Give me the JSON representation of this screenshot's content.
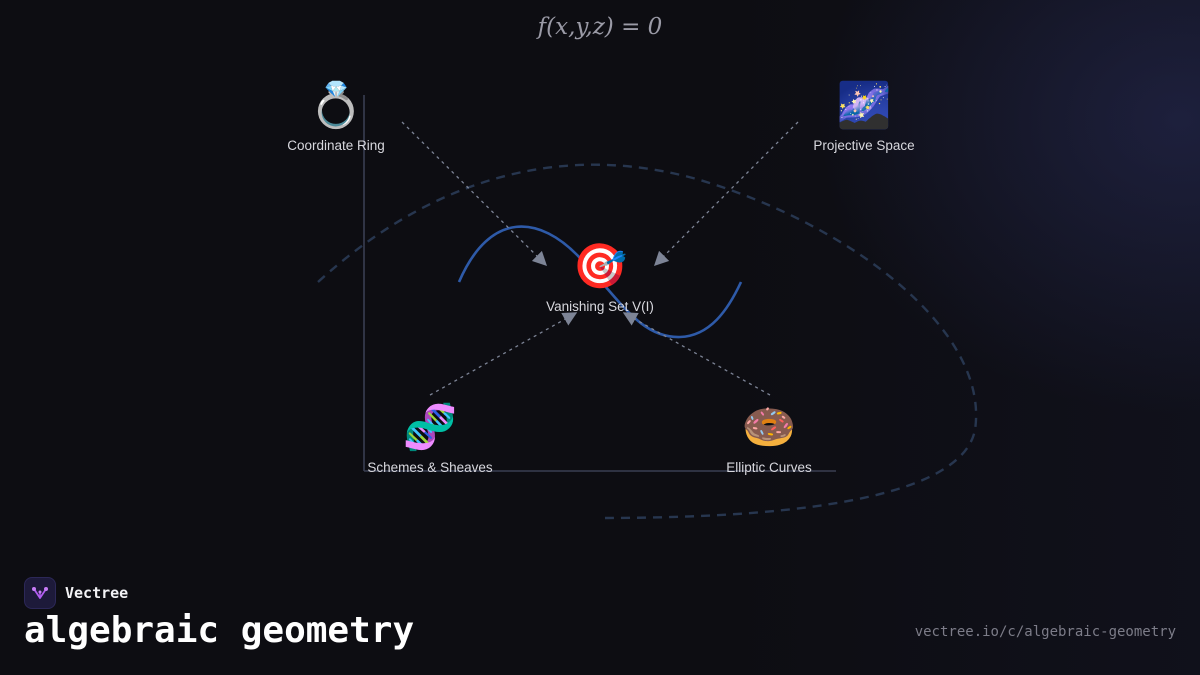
{
  "formula": "f(x,y,z) = 0",
  "nodes": [
    {
      "id": "coordinate-ring",
      "emoji": "💍",
      "label": "Coordinate Ring"
    },
    {
      "id": "projective-space",
      "emoji": "🌌",
      "label": "Projective Space"
    },
    {
      "id": "vanishing-set",
      "emoji": "🎯",
      "label": "Vanishing Set V(I)"
    },
    {
      "id": "schemes-sheaves",
      "emoji": "🧬",
      "label": "Schemes & Sheaves"
    },
    {
      "id": "elliptic-curves",
      "emoji": "🍩",
      "label": "Elliptic Curves"
    }
  ],
  "brand": {
    "name": "Vectree",
    "logo_icon": "vectree-logo-icon"
  },
  "title": "algebraic geometry",
  "url": "vectree.io/c/algebraic-geometry",
  "colors": {
    "background": "#0d0d12",
    "curve": "#2e5aa8",
    "dashed_ellipse": "#27364f",
    "axes": "#3a3f52",
    "arrow": "#7d8496",
    "logo_accent": "#b05cf0"
  }
}
